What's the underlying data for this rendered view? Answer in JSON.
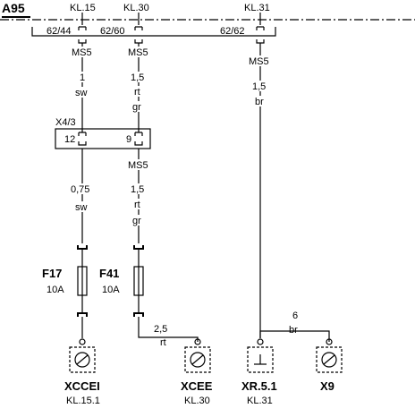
{
  "component_id": "A95",
  "top_terminals": {
    "kl15": "KL.15",
    "kl30": "KL.30",
    "kl31": "KL.31"
  },
  "top_pins": {
    "p1": "62/44",
    "p2": "62/60",
    "p3": "62/62"
  },
  "wire_kl15_upper": {
    "conn": "MS5",
    "size": "1",
    "color": "sw"
  },
  "wire_kl30_upper": {
    "conn": "MS5",
    "size": "1,5",
    "color1": "rt",
    "color2": "gr"
  },
  "wire_kl31": {
    "conn": "MS5",
    "size": "1,5",
    "color": "br"
  },
  "connector_x43": {
    "label": "X4/3",
    "pin_a": "12",
    "pin_b": "9"
  },
  "wire_kl15_lower": {
    "size": "0,75",
    "color": "sw"
  },
  "wire_kl30_lower": {
    "conn": "MS5",
    "size": "1,5",
    "color1": "rt",
    "color2": "gr"
  },
  "fuses": [
    {
      "id": "F17",
      "rating": "10A"
    },
    {
      "id": "F41",
      "rating": "10A"
    }
  ],
  "wire_xcee": {
    "size": "2,5",
    "color": "rt"
  },
  "wire_x9": {
    "size": "6",
    "color": "br"
  },
  "terminals": [
    {
      "id": "XCCEI",
      "sub": "KL.15.1"
    },
    {
      "id": "XCEE",
      "sub": "KL.30"
    },
    {
      "id": "XR.5.1",
      "sub": "KL.31"
    },
    {
      "id": "X9",
      "sub": ""
    }
  ]
}
